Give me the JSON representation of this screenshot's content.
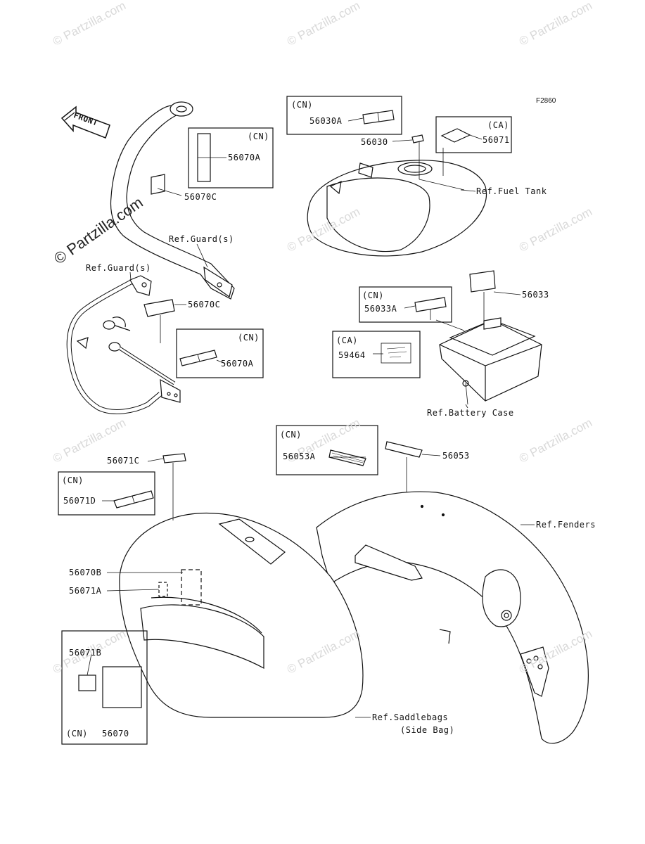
{
  "figure_code": "F2860",
  "watermark": "© Partzilla.com",
  "watermark_large": "© Partzilla.com",
  "front_label": "FRONT",
  "labels": {
    "l56030A": "56030A",
    "l56030": "56030",
    "l56071": "56071",
    "l56070A_top": "56070A",
    "l56070C_top": "56070C",
    "ref_fuel_tank": "Ref.Fuel Tank",
    "ref_guard_1": "Ref.Guard(s)",
    "ref_guard_2": "Ref.Guard(s)",
    "l56070C_mid": "56070C",
    "l56070A_mid": "56070A",
    "l56033": "56033",
    "l56033A": "56033A",
    "l59464": "59464",
    "ref_battery_case": "Ref.Battery Case",
    "l56053A": "56053A",
    "l56053": "56053",
    "l56071C": "56071C",
    "l56071D": "56071D",
    "ref_fenders": "Ref.Fenders",
    "l56070B": "56070B",
    "l56071A": "56071A",
    "l56071B": "56071B",
    "l56070": "56070",
    "ref_saddlebags": "Ref.Saddlebags",
    "side_bag": "(Side Bag)"
  },
  "region_tags": {
    "cn_56030A": "(CN)",
    "ca_56071": "(CA)",
    "cn_56070A_top": "(CN)",
    "cn_56070A_mid": "(CN)",
    "cn_56033A": "(CN)",
    "ca_59464": "(CA)",
    "cn_56053A": "(CN)",
    "cn_56071D": "(CN)",
    "cn_bottom": "(CN)"
  }
}
